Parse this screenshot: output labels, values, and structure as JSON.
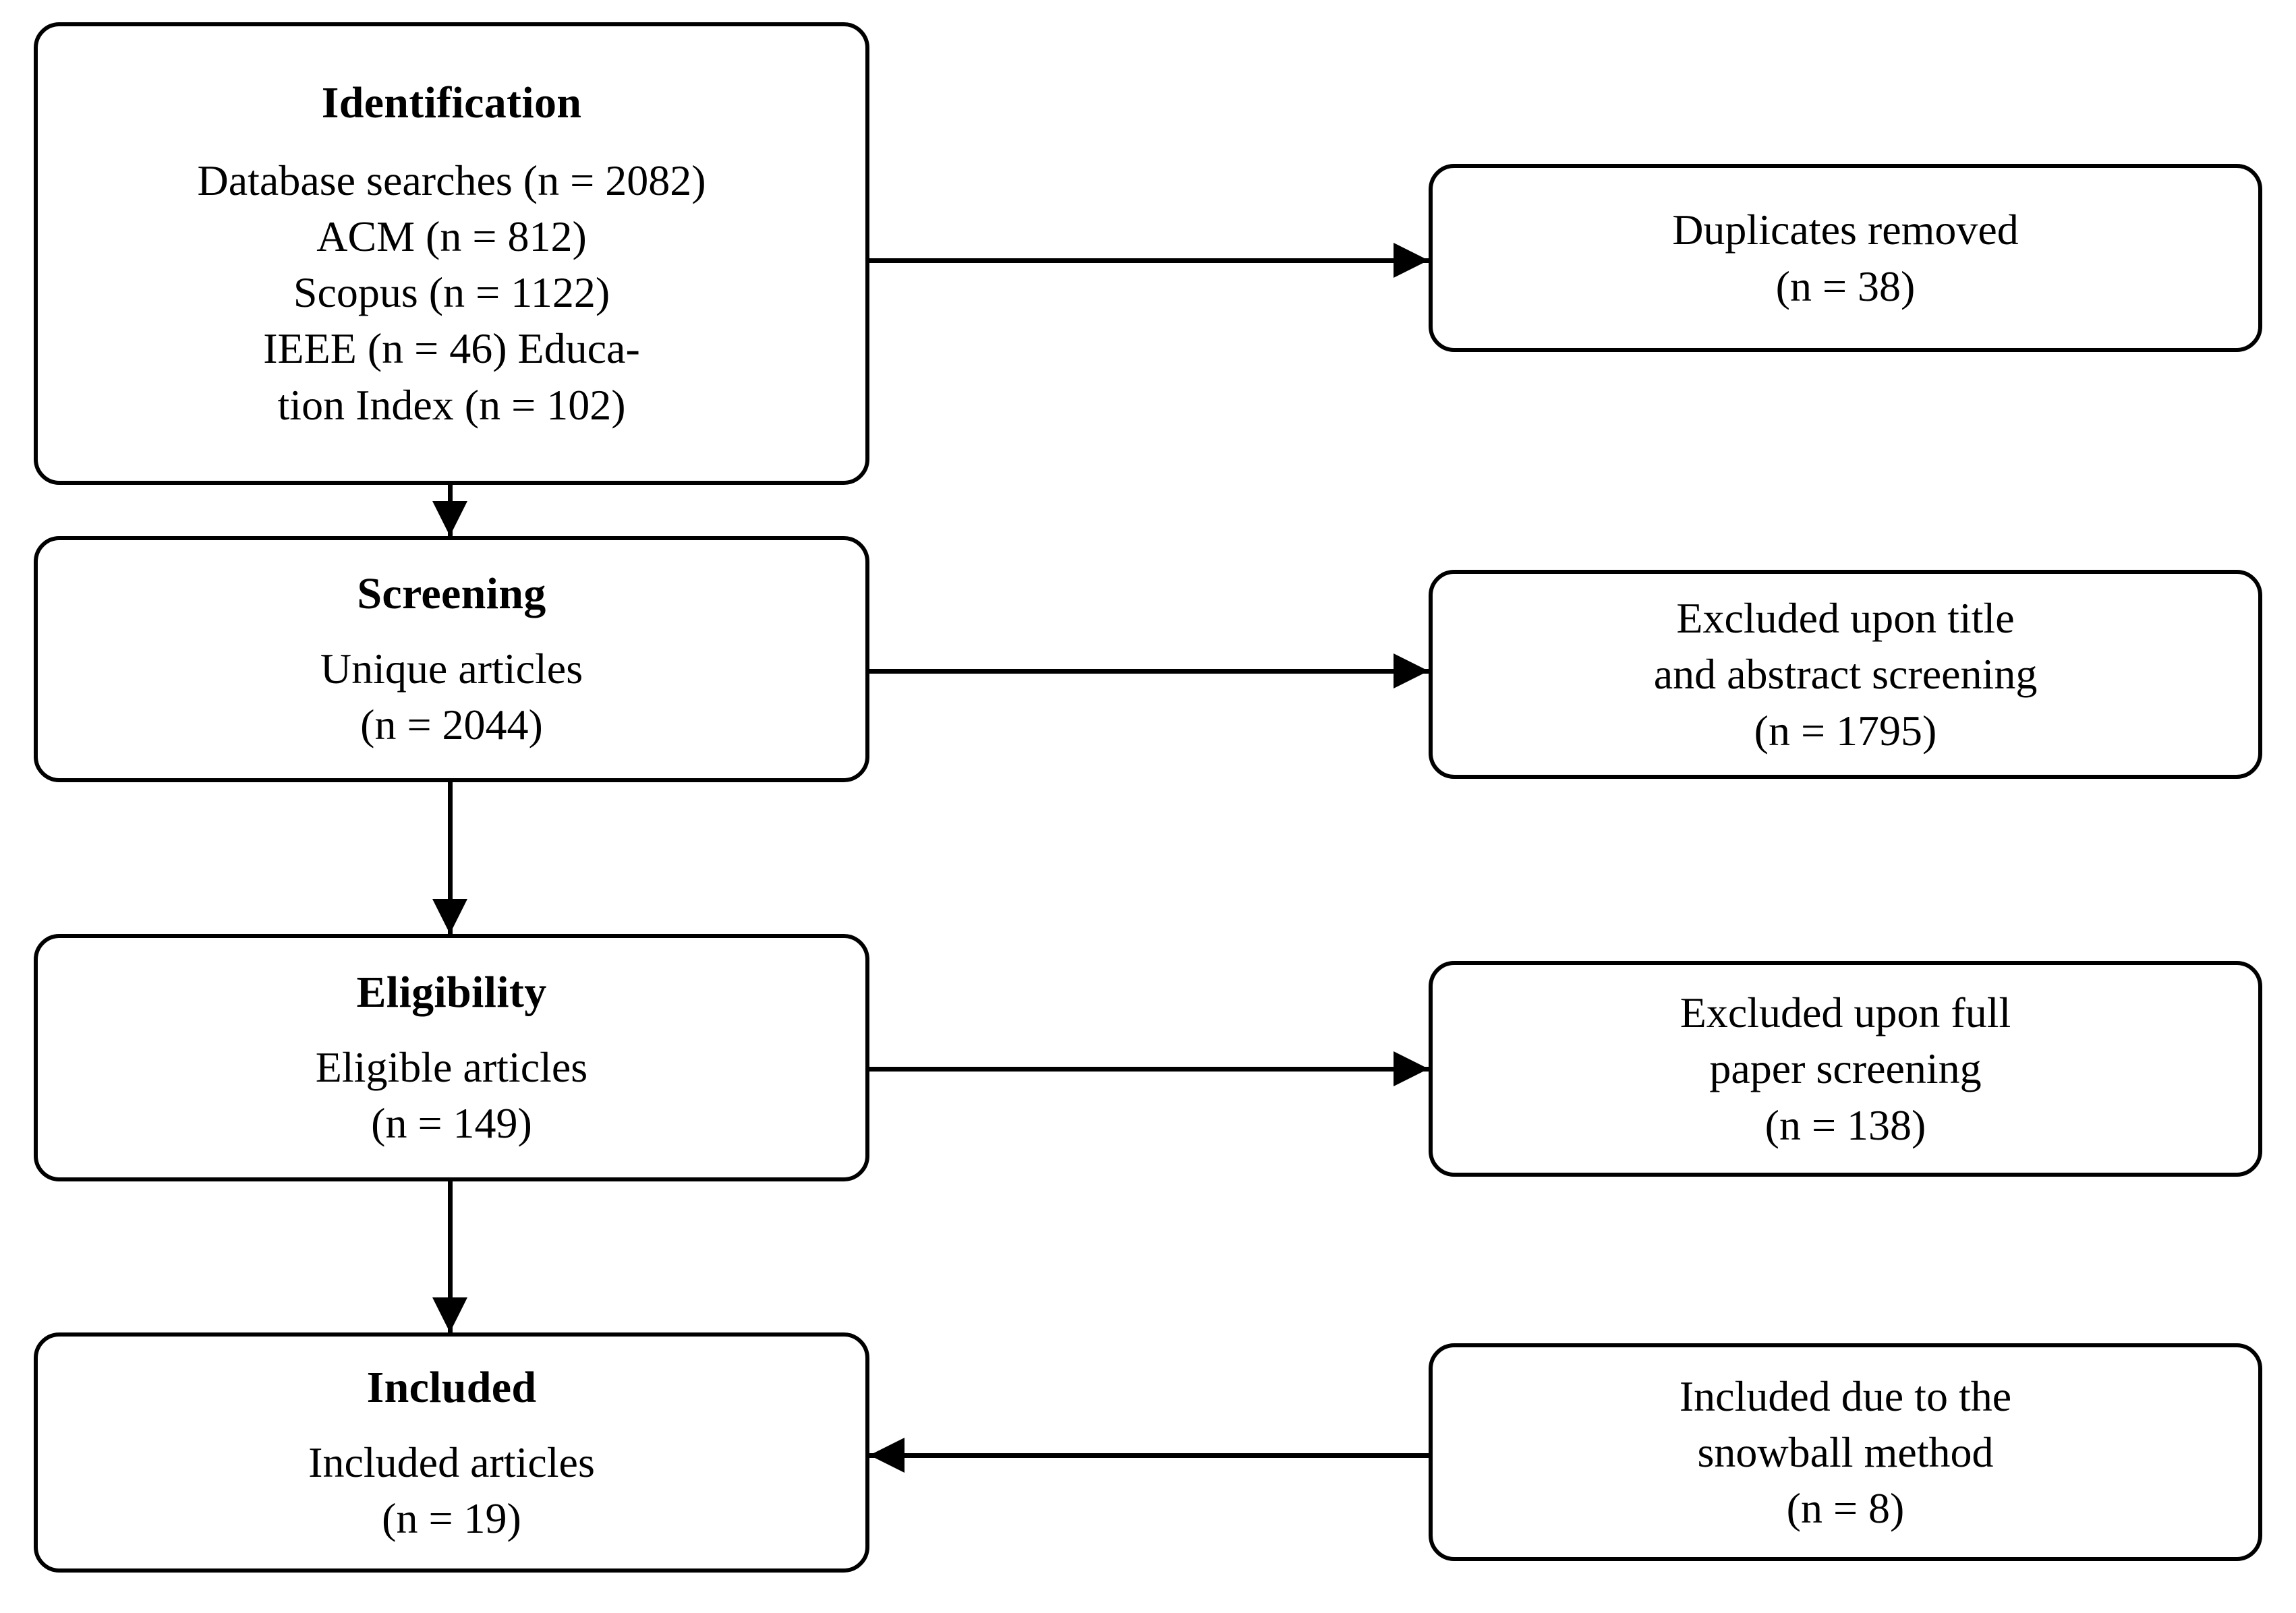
{
  "diagram": {
    "type": "prisma-flow-diagram",
    "stages": [
      {
        "id": "identification",
        "heading": "Identification",
        "lines": [
          "Database searches (n = 2082)",
          "ACM (n = 812)",
          "Scopus (n = 1122)",
          "IEEE (n = 46) Educa-",
          "tion Index (n = 102)"
        ]
      },
      {
        "id": "screening",
        "heading": "Screening",
        "lines": [
          "Unique articles",
          "(n = 2044)"
        ]
      },
      {
        "id": "eligibility",
        "heading": "Eligibility",
        "lines": [
          "Eligible articles",
          "(n = 149)"
        ]
      },
      {
        "id": "included",
        "heading": "Included",
        "lines": [
          "Included articles",
          "(n = 19)"
        ]
      }
    ],
    "outcomes": [
      {
        "id": "duplicates",
        "lines": [
          "Duplicates removed",
          "(n = 38)"
        ]
      },
      {
        "id": "excluded_title_abstract",
        "lines": [
          "Excluded upon title",
          "and abstract screening",
          "(n = 1795)"
        ]
      },
      {
        "id": "excluded_full_paper",
        "lines": [
          "Excluded upon full",
          "paper screening",
          "(n = 138)"
        ]
      },
      {
        "id": "snowball",
        "lines": [
          "Included due to the",
          "snowball method",
          "(n = 8)"
        ]
      }
    ],
    "counts": {
      "database_searches": 2082,
      "acm": 812,
      "scopus": 1122,
      "ieee": 46,
      "education_index": 102,
      "duplicates_removed": 38,
      "unique_articles": 2044,
      "excluded_title_abstract": 1795,
      "eligible_articles": 149,
      "excluded_full_paper": 138,
      "included_articles": 19,
      "snowball_included": 8
    },
    "colors": {
      "stroke": "#000000",
      "fill": "#ffffff",
      "text": "#000000"
    }
  }
}
